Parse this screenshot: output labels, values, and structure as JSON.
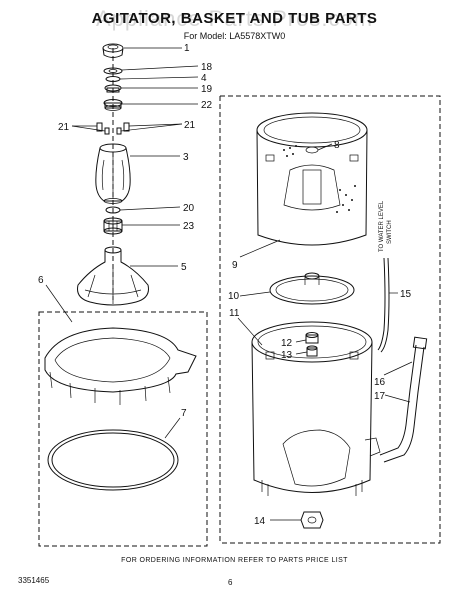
{
  "header": {
    "title": "AGITATOR, BASKET AND TUB PARTS",
    "model_line": "For Model: LA5578XTW0",
    "watermark": "Appliance Parts Pros.com"
  },
  "callouts": {
    "c1": "1",
    "c18": "18",
    "c4": "4",
    "c19": "19",
    "c22": "22",
    "c21_left": "21",
    "c21_right": "21",
    "c3": "3",
    "c20": "20",
    "c23": "23",
    "c5": "5",
    "c6": "6",
    "c7": "7",
    "c8": "8",
    "c9": "9",
    "c10": "10",
    "c11": "11",
    "c12": "12",
    "c13": "13",
    "c14": "14",
    "c15": "15",
    "c16": "16",
    "c17": "17"
  },
  "hose_label": {
    "line1": "TO WATER LEVEL",
    "line2": "SWITCH"
  },
  "footer": {
    "note": "FOR ORDERING INFORMATION REFER TO PARTS PRICE LIST",
    "doc_number": "3351465",
    "page_number": "6"
  }
}
